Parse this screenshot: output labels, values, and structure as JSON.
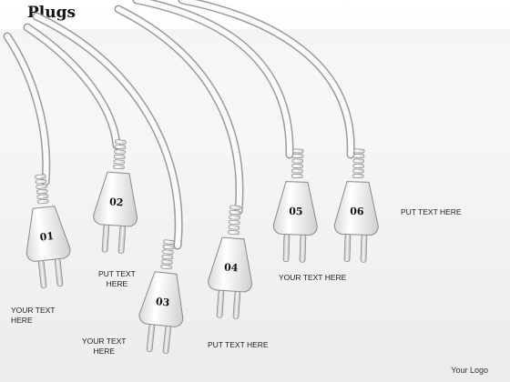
{
  "title": "Plugs",
  "logo": "Your Logo",
  "plugs": [
    {
      "number": "01",
      "label_lines": [
        "YOUR TEXT",
        "HERE"
      ]
    },
    {
      "number": "02",
      "label_lines": [
        "PUT TEXT",
        "HERE"
      ]
    },
    {
      "number": "03",
      "label_lines": [
        "YOUR TEXT",
        "HERE"
      ]
    },
    {
      "number": "04",
      "label_lines": [
        "PUT TEXT HERE"
      ]
    },
    {
      "number": "05",
      "label_lines": [
        "YOUR TEXT HERE"
      ]
    },
    {
      "number": "06",
      "label_lines": [
        "PUT TEXT HERE"
      ]
    }
  ],
  "colors": {
    "plug_body": "#f2f2f2",
    "plug_stroke": "#8a8a8a",
    "prong": "#d9d9d9",
    "text": "#222222"
  }
}
